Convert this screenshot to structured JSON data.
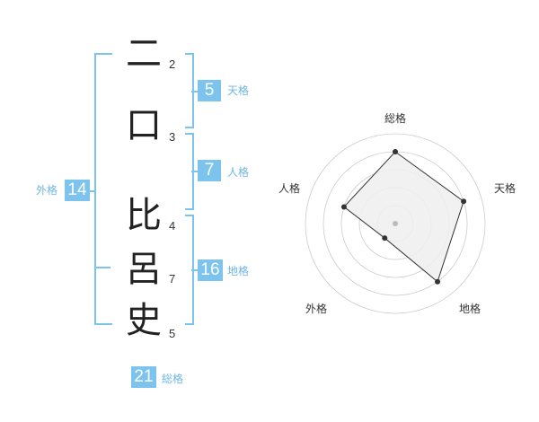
{
  "characters": [
    {
      "char": "二",
      "strokes": "2"
    },
    {
      "char": "口",
      "strokes": "3"
    },
    {
      "char": "比",
      "strokes": "4"
    },
    {
      "char": "呂",
      "strokes": "7"
    },
    {
      "char": "史",
      "strokes": "5"
    }
  ],
  "grades": {
    "tenkaku": {
      "value": "5",
      "label": "天格"
    },
    "jinkaku": {
      "value": "7",
      "label": "人格"
    },
    "chikaku": {
      "value": "16",
      "label": "地格"
    },
    "gaikaku": {
      "value": "14",
      "label": "外格"
    },
    "soukaku": {
      "value": "21",
      "label": "総格"
    }
  },
  "chart_data": {
    "type": "radar",
    "axes": [
      "総格",
      "天格",
      "地格",
      "外格",
      "人格"
    ],
    "values": [
      4,
      4,
      4,
      1,
      3
    ],
    "rmax": 5,
    "colors": {
      "fill": "#efefef",
      "line": "#333333",
      "grid": "#cccccc",
      "center": "#bbbbbb"
    }
  }
}
